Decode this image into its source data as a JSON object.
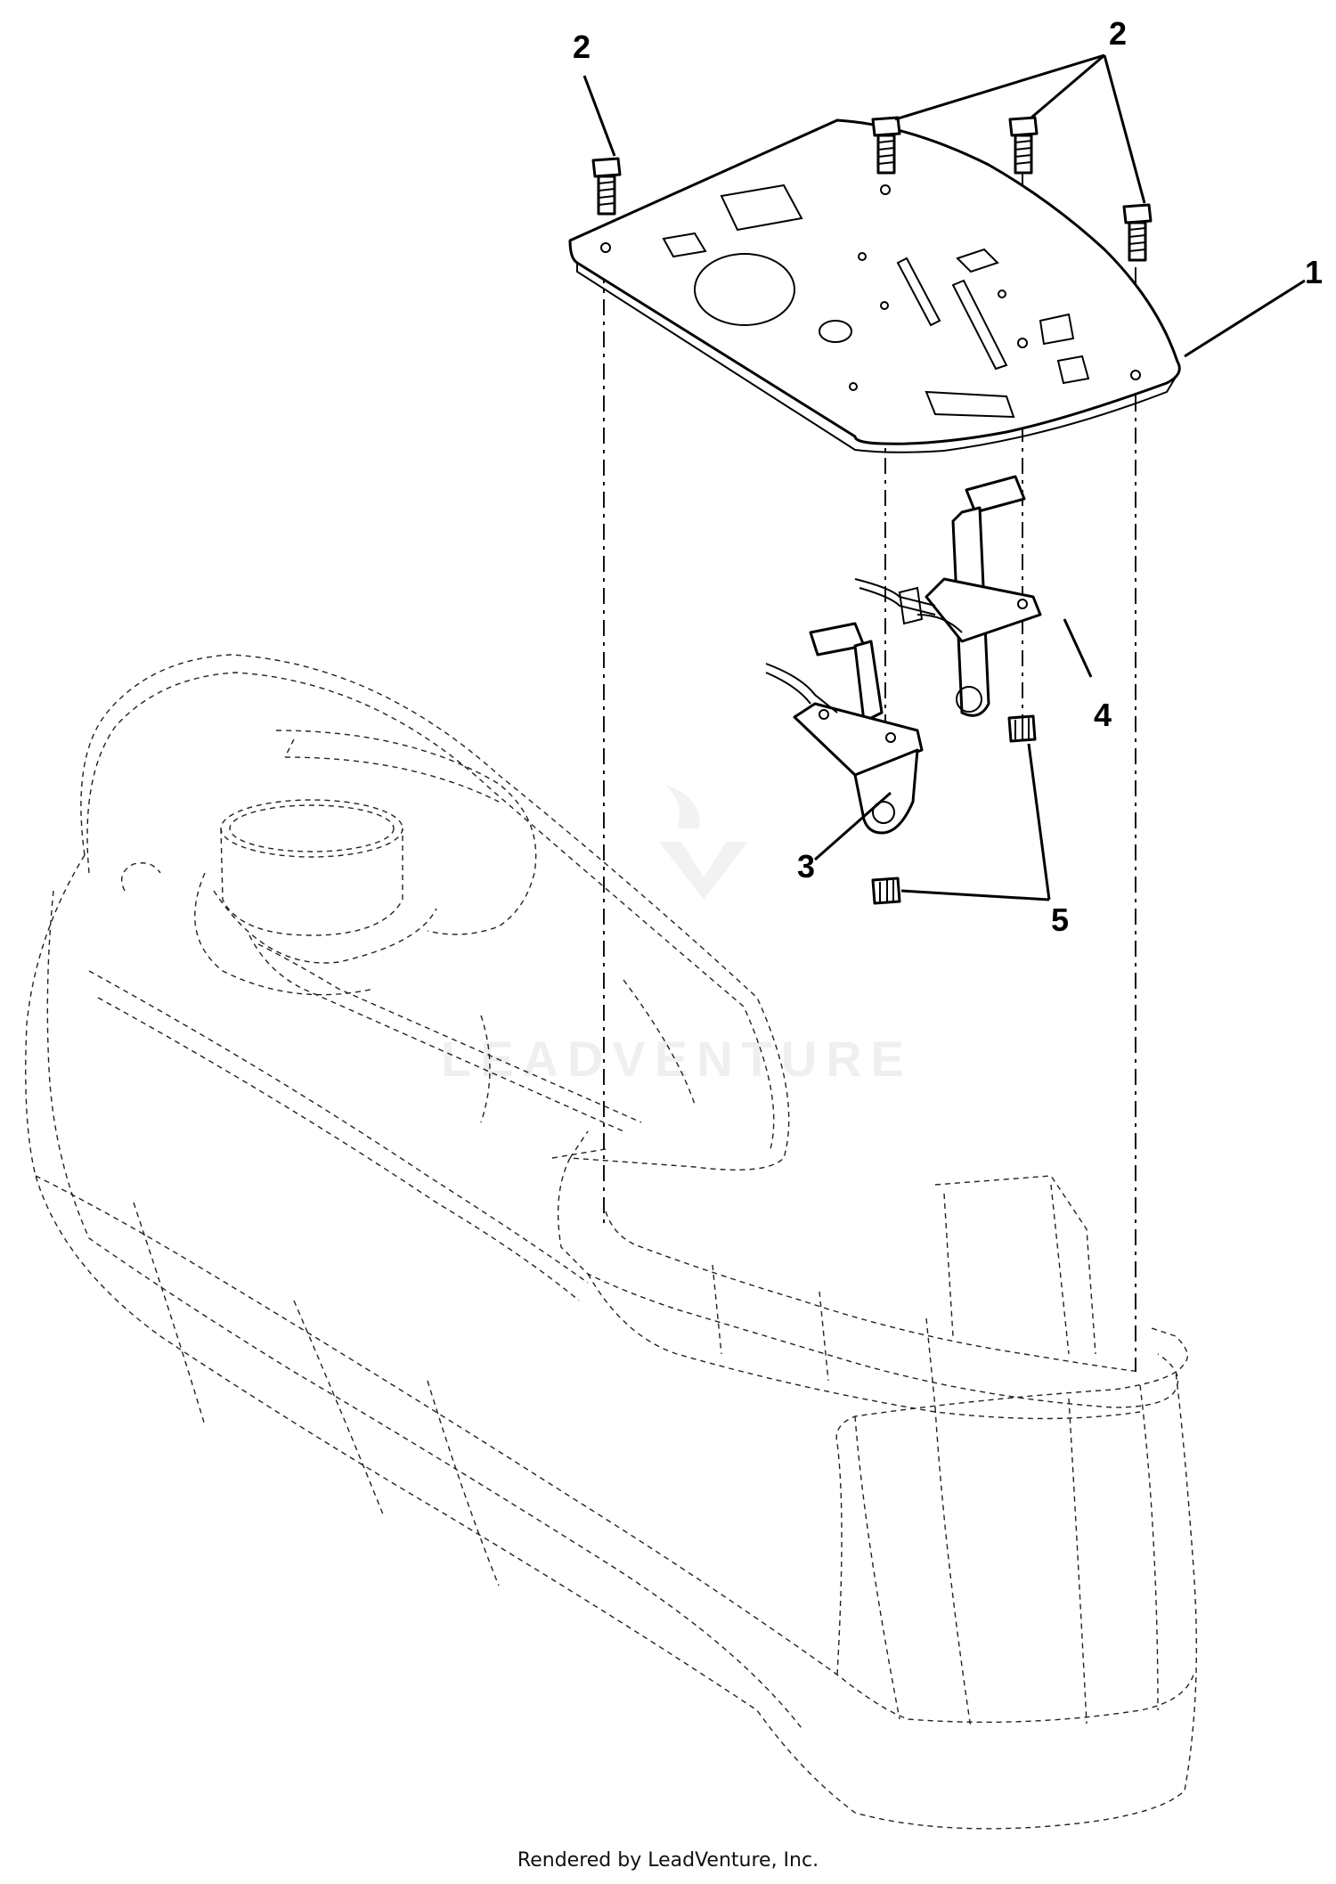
{
  "callouts": {
    "part_1": "1",
    "part_2_left": "2",
    "part_2_right": "2",
    "part_3": "3",
    "part_4": "4",
    "part_5": "5"
  },
  "watermark": "LEADVENTURE",
  "credit": "Rendered by LeadVenture, Inc."
}
